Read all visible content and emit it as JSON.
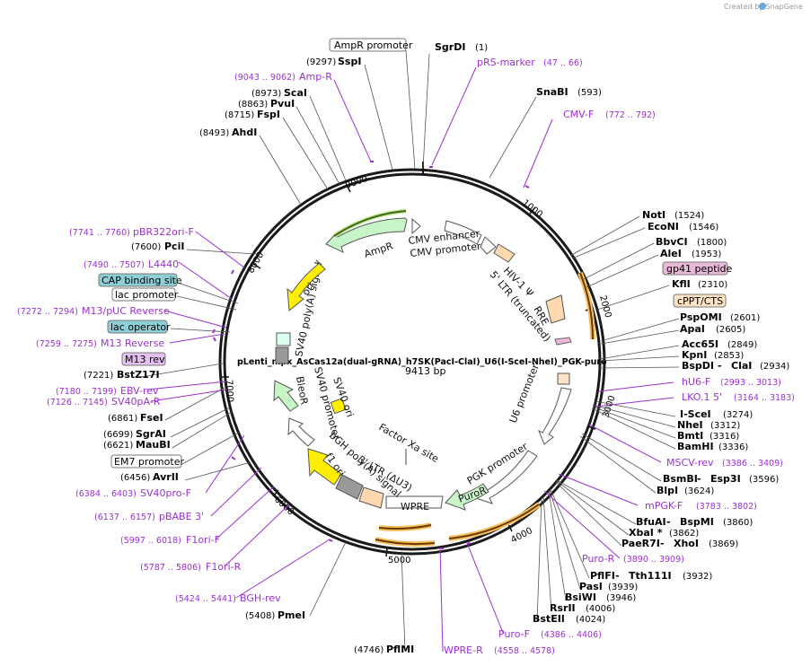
{
  "credit": "Created by SnapGene",
  "plasmid": {
    "name": "pLenti_mpx_AsCas12a(dual-gRNA)_h7SK(PacI-ClaI)_U6(I-SceI-NheI)_PGK-puro",
    "length": "9413 bp"
  },
  "ticks": [
    "1000",
    "2000",
    "3000",
    "4000",
    "5000",
    "6000",
    "7000",
    "8000",
    "9000"
  ],
  "enzymes_right": [
    {
      "name": "SgrDI",
      "pos": "(1)"
    },
    {
      "name": "SnaBI",
      "pos": "(593)"
    },
    {
      "name": "NotI",
      "pos": "(1524)"
    },
    {
      "name": "EcoNI",
      "pos": "(1546)"
    },
    {
      "name": "BbvCI",
      "pos": "(1800)"
    },
    {
      "name": "AleI",
      "pos": "(1953)"
    },
    {
      "name": "KflI",
      "pos": "(2310)"
    },
    {
      "name": "PspOMI",
      "pos": "(2601)"
    },
    {
      "name": "ApaI",
      "pos": "(2605)"
    },
    {
      "name": "Acc65I",
      "pos": "(2849)"
    },
    {
      "name": "KpnI",
      "pos": "(2853)"
    },
    {
      "name": "BspDI",
      "sep": " - ",
      "name2": "ClaI",
      "pos": "(2934)"
    },
    {
      "name": "I-SceI",
      "pos": "(3274)"
    },
    {
      "name": "NheI",
      "pos": "(3312)"
    },
    {
      "name": "BmtI",
      "pos": "(3316)"
    },
    {
      "name": "BamHI",
      "pos": "(3336)"
    },
    {
      "name": "BsmBI",
      "sep": " - ",
      "name2": "Esp3I",
      "pos": "(3596)"
    },
    {
      "name": "BlpI",
      "pos": "(3624)"
    },
    {
      "name": "BfuAI",
      "sep": " - ",
      "name2": "BspMI",
      "pos": "(3860)"
    },
    {
      "name": "XbaI *",
      "pos": "(3862)"
    },
    {
      "name": "PaeR7I",
      "sep": " - ",
      "name2": "XhoI",
      "pos": "(3869)"
    },
    {
      "name": "PflFI",
      "sep": " - ",
      "name2": "Tth111I",
      "pos": "(3932)"
    },
    {
      "name": "PasI",
      "pos": "(3939)"
    },
    {
      "name": "BsiWI",
      "pos": "(3946)"
    },
    {
      "name": "RsrII",
      "pos": "(4006)"
    },
    {
      "name": "BstEII",
      "pos": "(4024)"
    }
  ],
  "enzymes_left": [
    {
      "name": "SspI",
      "pos": "(9297)"
    },
    {
      "name": "ScaI",
      "pos": "(8973)"
    },
    {
      "name": "PvuI",
      "pos": "(8863)"
    },
    {
      "name": "FspI",
      "pos": "(8715)"
    },
    {
      "name": "AhdI",
      "pos": "(8493)"
    },
    {
      "name": "PciI",
      "pos": "(7600)"
    },
    {
      "name": "BstZ17I",
      "pos": "(7221)"
    },
    {
      "name": "FseI",
      "pos": "(6861)"
    },
    {
      "name": "SgrAI",
      "pos": "(6699)"
    },
    {
      "name": "MauBI",
      "pos": "(6621)"
    },
    {
      "name": "AvrII",
      "pos": "(6456)"
    },
    {
      "name": "PmeI",
      "pos": "(5408)"
    },
    {
      "name": "PflMI",
      "pos": "(4746)"
    }
  ],
  "primers": [
    {
      "name": "pRS-marker",
      "range": "(47 .. 66)"
    },
    {
      "name": "CMV-F",
      "range": "(772 .. 792)"
    },
    {
      "name": "hU6-F",
      "range": "(2993 .. 3013)"
    },
    {
      "name": "LKO.1 5'",
      "range": "(3164 .. 3183)"
    },
    {
      "name": "MSCV-rev",
      "range": "(3386 .. 3409)"
    },
    {
      "name": "mPGK-F",
      "range": "(3783 .. 3802)"
    },
    {
      "name": "Puro-R",
      "range": "(3890 .. 3909)"
    },
    {
      "name": "Puro-F",
      "range": "(4386 .. 4406)"
    },
    {
      "name": "WPRE-R",
      "range": "(4558 .. 4578)"
    },
    {
      "name": "BGH-rev",
      "range": "(5424 .. 5441)"
    },
    {
      "name": "F1ori-R",
      "range": "(5787 .. 5806)"
    },
    {
      "name": "F1ori-F",
      "range": "(5997 .. 6018)"
    },
    {
      "name": "pBABE 3'",
      "range": "(6137 .. 6157)"
    },
    {
      "name": "SV40pro-F",
      "range": "(6384 .. 6403)"
    },
    {
      "name": "SV40pA-R",
      "range": "(7126 .. 7145)"
    },
    {
      "name": "EBV-rev",
      "range": "(7180 .. 7199)"
    },
    {
      "name": "M13 Reverse",
      "range": "(7259 .. 7275)"
    },
    {
      "name": "M13/pUC Reverse",
      "range": "(7272 .. 7294)"
    },
    {
      "name": "L4440",
      "range": "(7490 .. 7507)"
    },
    {
      "name": "pBR322ori-F",
      "range": "(7741 .. 7760)"
    },
    {
      "name": "Amp-R",
      "range": "(9043 .. 9062)"
    }
  ],
  "pills": {
    "ampr_promoter": "AmpR promoter",
    "gp41": "gp41 peptide",
    "cppt": "cPPT/CTS",
    "cap": "CAP binding site",
    "lac_promoter": "lac promoter",
    "lac_operator": "lac operator",
    "m13rev": "M13 rev",
    "em7": "EM7 promoter"
  },
  "features": {
    "cmv_enhancer": "CMV enhancer",
    "cmv_promoter": "CMV promoter",
    "hiv_ltr": "HIV-1 Ψ",
    "ltr5": "5' LTR (truncated)",
    "rre": "RRE",
    "u6": "U6 promoter",
    "pgk": "PGK promoter",
    "puror": "PuroR",
    "wpre": "WPRE",
    "ltr3": "3' LTR (ΔU3)",
    "factor_xa": "Factor Xa site",
    "bgh": "bGH poly(A) signal",
    "f1ori": "f1 ori",
    "sv40ori": "SV40 ori",
    "sv40prom": "SV40 promoter",
    "bleor": "BleoR",
    "sv40polya": "SV40 poly(A) signal",
    "ori": "ori",
    "ampr": "AmpR"
  },
  "colors": {
    "primer": "#9b30d0",
    "cds_green": "#c8f5c8",
    "origin_yellow": "#ffee00",
    "ltr_peach": "#ffd8b0",
    "orf_orange": "#f5a623",
    "pill_teal": "#8ecfd6",
    "pill_pink": "#e8b8d8",
    "pill_orange": "#ffe2c2"
  }
}
